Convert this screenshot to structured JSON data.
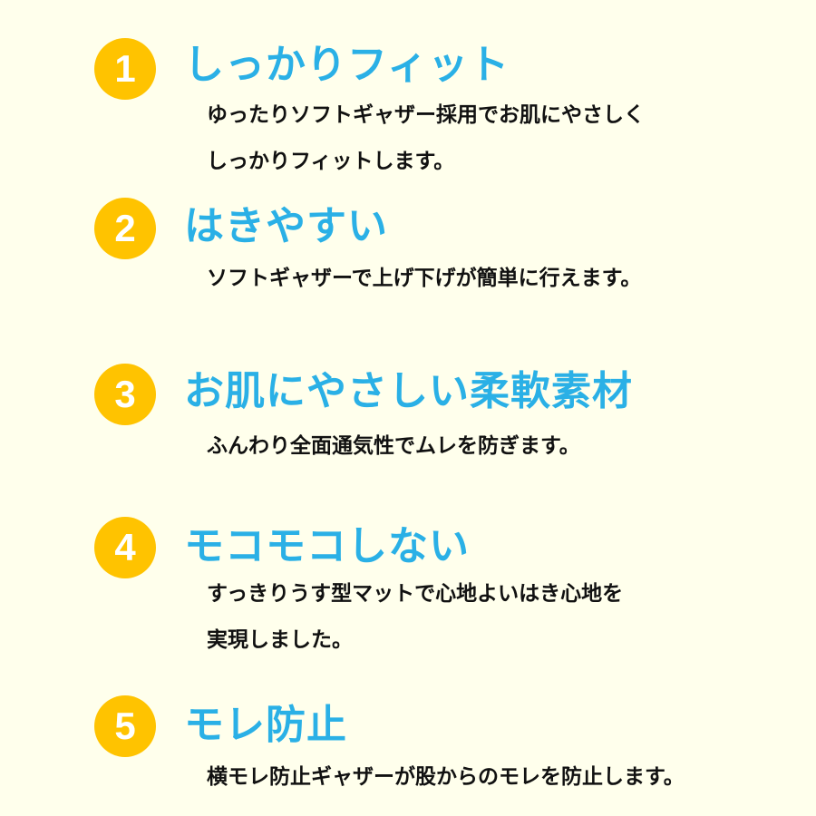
{
  "theme": {
    "background": "#FFFFEC",
    "badge_color": "#FFC300",
    "badge_text_color": "#FFFFFF",
    "title_color": "#2AB0E6",
    "body_text_color": "#111111"
  },
  "features": [
    {
      "number": "1",
      "title": "しっかりフィット",
      "description": [
        "ゆったりソフトギャザー採用でお肌にやさしく",
        "しっかりフィットします。"
      ]
    },
    {
      "number": "2",
      "title": "はきやすい",
      "description": [
        "ソフトギャザーで上げ下げが簡単に行えます。"
      ]
    },
    {
      "number": "3",
      "title": "お肌にやさしい柔軟素材",
      "description": [
        "ふんわり全面通気性でムレを防ぎます。"
      ]
    },
    {
      "number": "4",
      "title": "モコモコしない",
      "description": [
        "すっきりうす型マットで心地よいはき心地を",
        "実現しました。"
      ]
    },
    {
      "number": "5",
      "title": "モレ防止",
      "description": [
        "横モレ防止ギャザーが股からのモレを防止します。"
      ]
    }
  ]
}
